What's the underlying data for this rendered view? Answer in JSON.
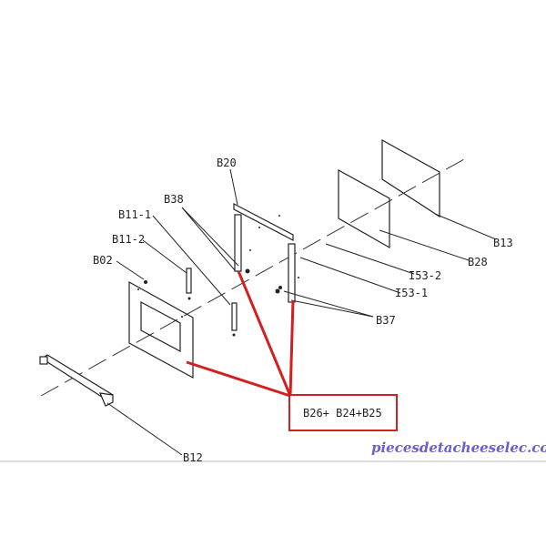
{
  "labels": {
    "b20": "B20",
    "b38": "B38",
    "b11_1": "B11-1",
    "b11_2": "B11-2",
    "b02": "B02",
    "b13": "B13",
    "b28": "B28",
    "i53_2": "I53-2",
    "i53_1": "I53-1",
    "b37": "B37",
    "b12": "B12"
  },
  "callout": "B26+ B24+B25",
  "watermark": "piecesdetacheeselec.com",
  "colors": {
    "callout": "#d22020",
    "watermark": "#6a5fd0"
  }
}
